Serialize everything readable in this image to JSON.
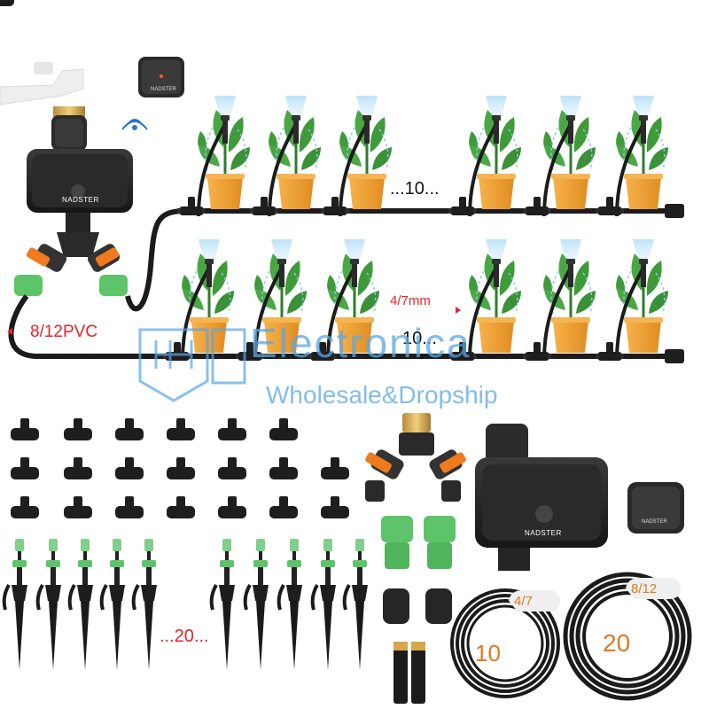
{
  "labels": {
    "count_top": "...10...",
    "tube_small": "4/7mm",
    "pvc": "8/12PVC",
    "count_bottom": "10...",
    "count_stakes": "...20...",
    "coil_small_size": "4/7",
    "coil_small_len": "10",
    "coil_large_size": "8/12",
    "coil_large_len": "20"
  },
  "watermark": {
    "main": "Electronica",
    "sub": "Wholesale&Dropship"
  },
  "brand": {
    "timer": "NADSTER",
    "hub": "NADSTER"
  },
  "colors": {
    "pot": "#f0a23a",
    "pot_dark": "#d98a1f",
    "leaf": "#3f9b3a",
    "spray": "#a9d7f3",
    "tube": "#1b1b1b",
    "orange_valve": "#f07a1e",
    "green_part": "#5ec46a",
    "label_red": "#e8232b",
    "watermark": "#5aa6e6"
  }
}
